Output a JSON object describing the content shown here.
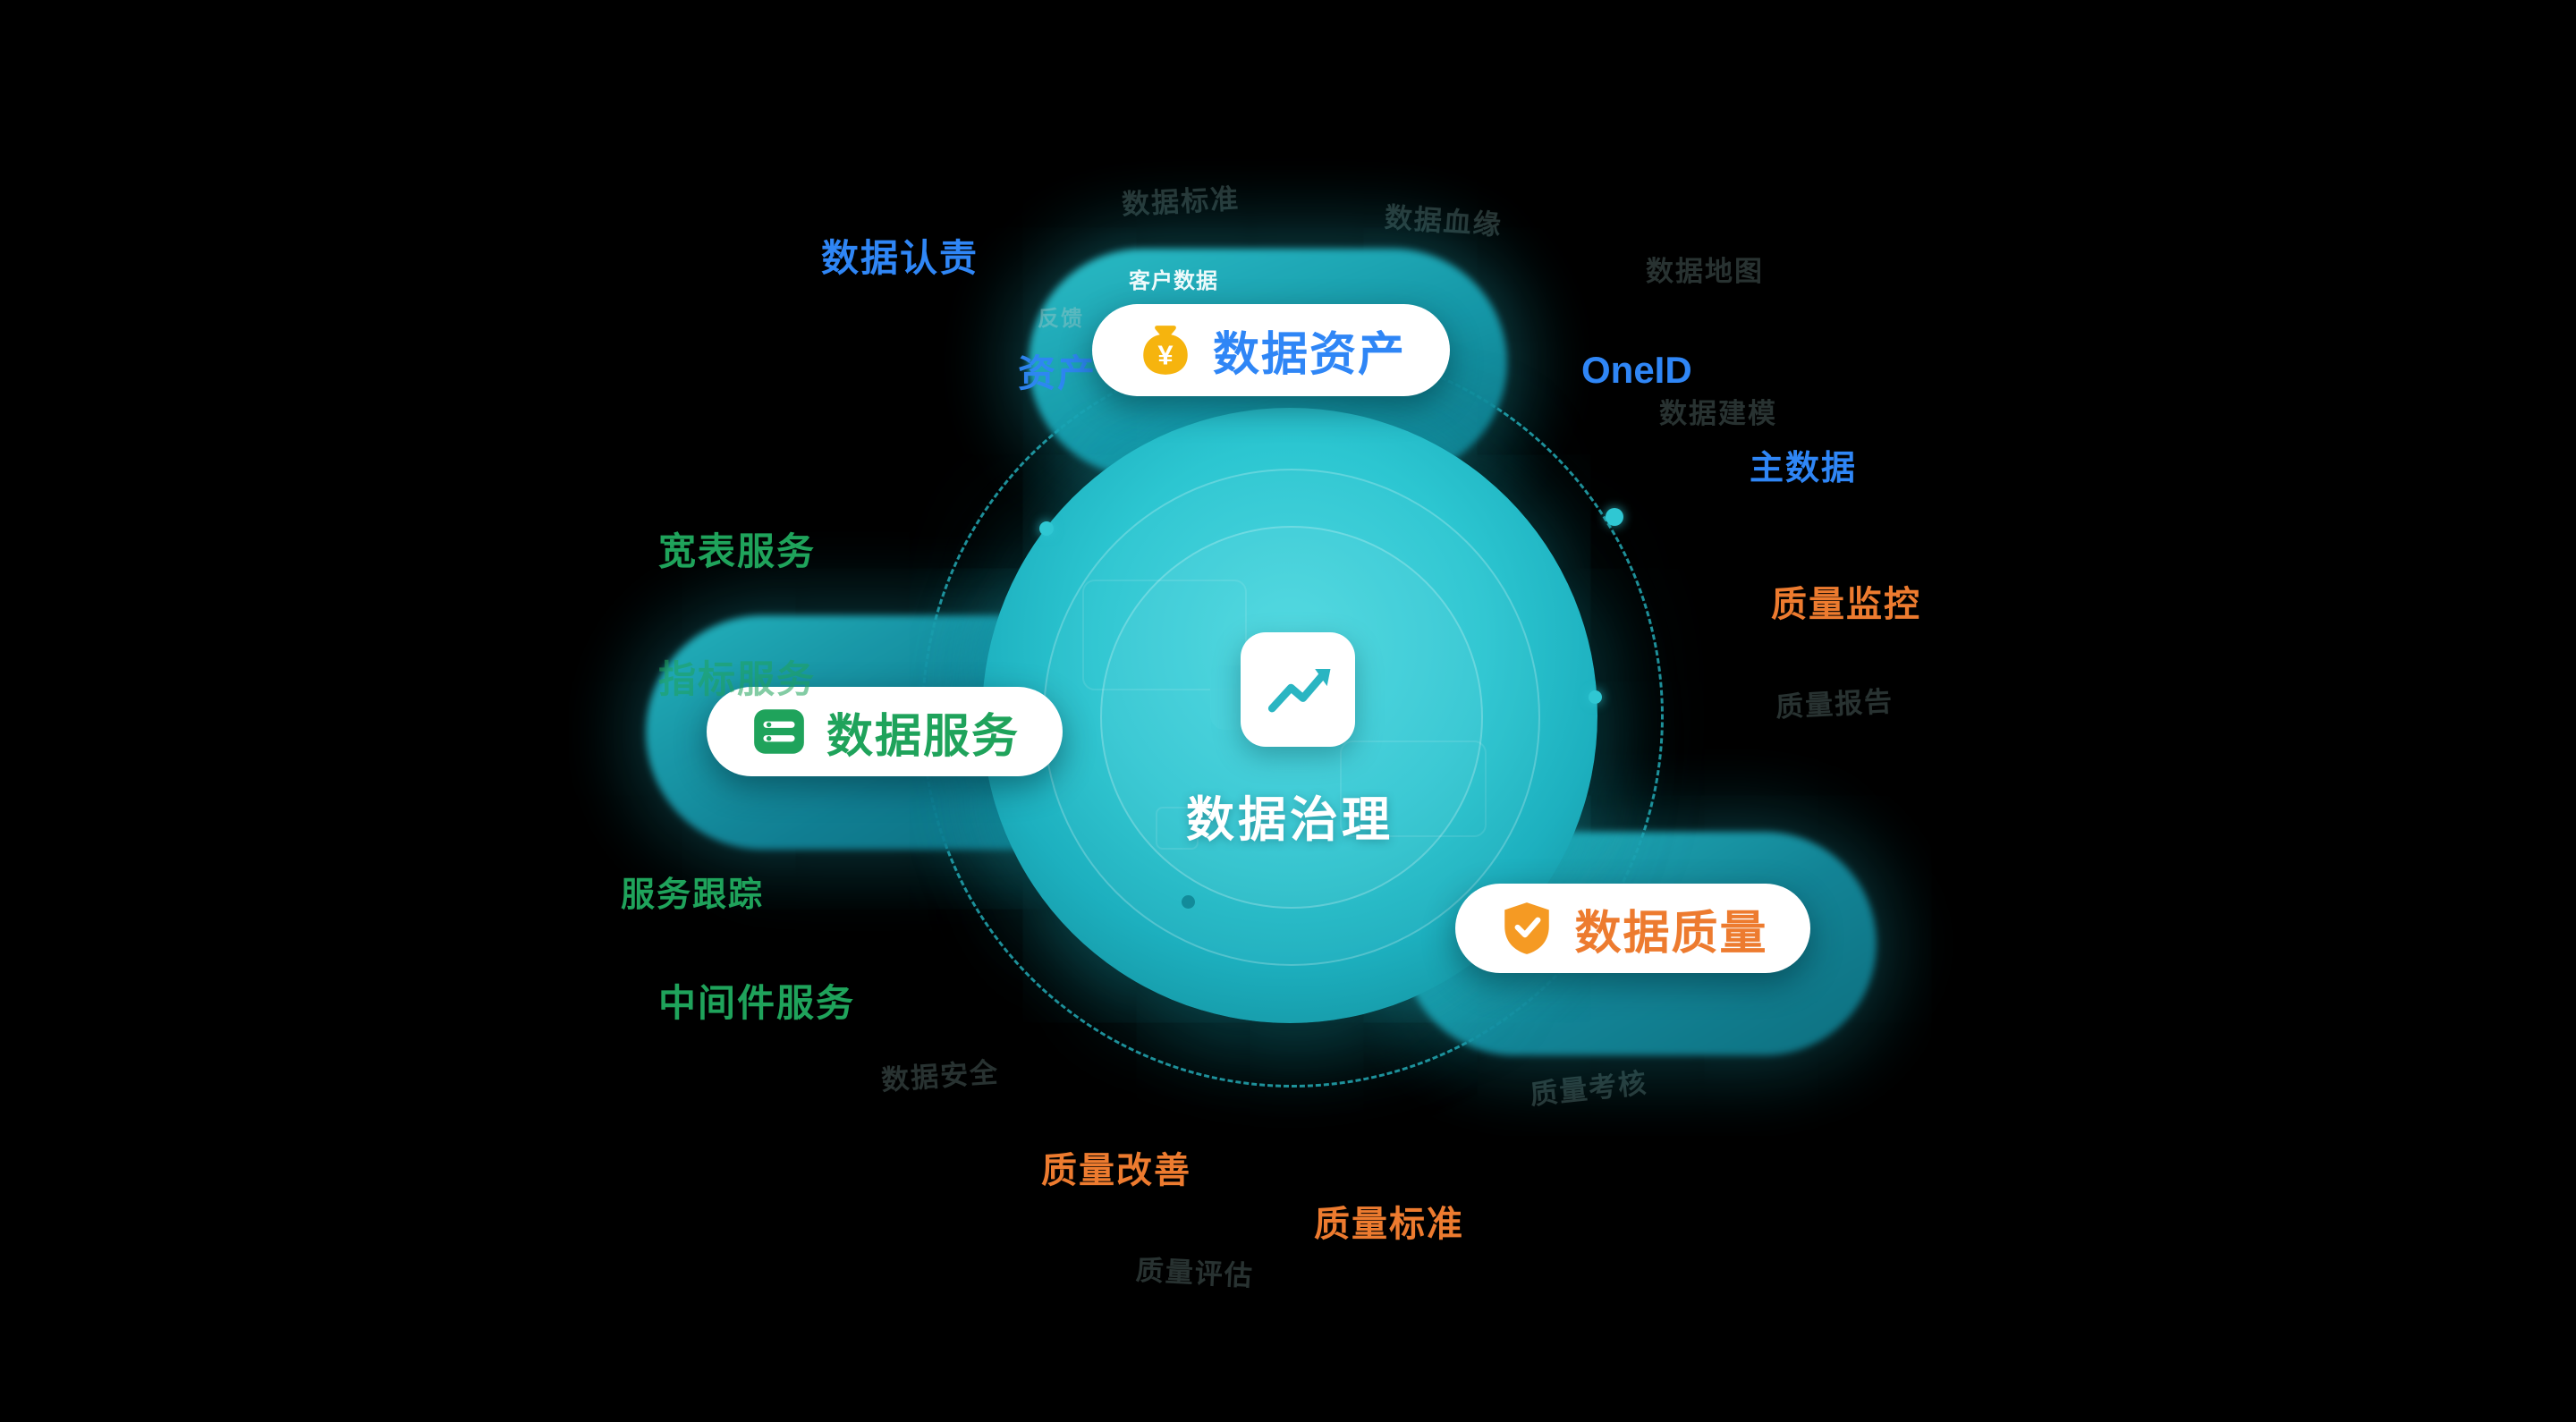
{
  "center": {
    "title": "数据治理",
    "icon": "chart-line-document-icon"
  },
  "pills": {
    "asset": {
      "label": "数据资产",
      "icon": "money-bag-icon",
      "text_color": "#2F86F6"
    },
    "service": {
      "label": "数据服务",
      "icon": "server-icon",
      "text_color": "#1FA35B"
    },
    "quality": {
      "label": "数据质量",
      "icon": "shield-check-icon",
      "text_color": "#ED7B2F"
    }
  },
  "labels": {
    "data_responsibility": "数据认责",
    "customer_data": "客户数据",
    "asset_partial": "资产",
    "one_id": "OneID",
    "master_data": "主数据",
    "quality_monitoring": "质量监控",
    "wide_table_service": "宽表服务",
    "indicator_service": "指标服务",
    "service_tracking": "服务跟踪",
    "middleware_service": "中间件服务",
    "quality_improvement": "质量改善",
    "quality_standard": "质量标准"
  },
  "faint_labels": {
    "f1": "数据标准",
    "f2": "数据血缘",
    "f3": "数据地图",
    "f4": "数据建模",
    "f5": "质量报告",
    "f6": "质量考核",
    "f7": "数据安全",
    "f8": "质量评估",
    "f9": "反馈"
  },
  "colors": {
    "background": "#000000",
    "teal": "#29C3CF",
    "blue": "#2F86F6",
    "green": "#1FA35B",
    "orange": "#ED7B2F",
    "bag_yellow": "#F6B40E",
    "shield_orange": "#F59A23"
  }
}
